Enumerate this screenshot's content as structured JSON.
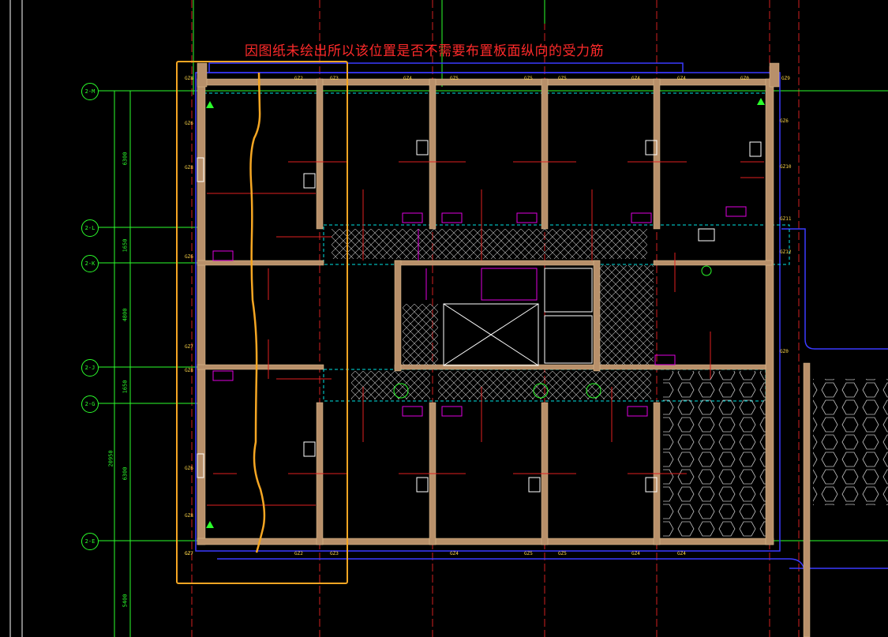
{
  "annotation": {
    "question": "因图纸未绘出所以该位置是否不需要布置板面纵向的受力筋"
  },
  "axes": [
    {
      "label": "2-M"
    },
    {
      "label": "2-L"
    },
    {
      "label": "2-K"
    },
    {
      "label": "2-J"
    },
    {
      "label": "2-G"
    },
    {
      "label": "2-E"
    }
  ],
  "dimensions": [
    {
      "text": "6300"
    },
    {
      "text": "1650"
    },
    {
      "text": "4800"
    },
    {
      "text": "1650"
    },
    {
      "text": "6300"
    },
    {
      "text": "5400"
    },
    {
      "text": "20950"
    }
  ],
  "column_tags": [
    {
      "text": "GZ8"
    },
    {
      "text": "GZ2"
    },
    {
      "text": "GZ3"
    },
    {
      "text": "GZ4"
    },
    {
      "text": "GZ5"
    },
    {
      "text": "GZ5"
    },
    {
      "text": "GZ5"
    },
    {
      "text": "GZ4"
    },
    {
      "text": "GZ4"
    },
    {
      "text": "GZ0"
    },
    {
      "text": "GZ9"
    },
    {
      "text": "GZ6"
    },
    {
      "text": "GZ8"
    },
    {
      "text": "GZ6"
    },
    {
      "text": "GZ7"
    },
    {
      "text": "GZ8"
    },
    {
      "text": "GZ6"
    },
    {
      "text": "GZ8"
    },
    {
      "text": "GZ7"
    },
    {
      "text": "GZ6"
    },
    {
      "text": "GZ10"
    },
    {
      "text": "GZ11"
    },
    {
      "text": "GZ12"
    },
    {
      "text": "GZ0"
    },
    {
      "text": "GZ7"
    },
    {
      "text": "GZ2"
    },
    {
      "text": "GZ3"
    },
    {
      "text": "GZ4"
    },
    {
      "text": "GZ5"
    },
    {
      "text": "GZ5"
    },
    {
      "text": "GZ4"
    },
    {
      "text": "GZ4"
    }
  ],
  "colors": {
    "background": "#000000",
    "grid_line": "#2bff2b",
    "wall": "#c8a070",
    "beam": "#c04030",
    "highlight": "#f5a623",
    "question_text": "#ff2a2a"
  }
}
